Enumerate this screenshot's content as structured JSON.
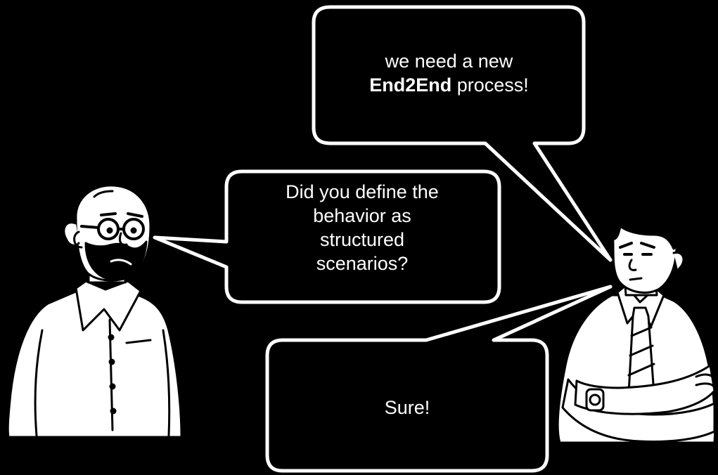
{
  "colors": {
    "background": "#000000",
    "bubble_fill": "#000000",
    "bubble_stroke": "#ffffff",
    "figure_fill": "#ffffff",
    "figure_line": "#000000",
    "text": "#ffffff"
  },
  "bubbles": {
    "manager": {
      "line1": "we need a new",
      "line2_bold": "End2End",
      "line2_rest": " process!"
    },
    "developer": {
      "lines": [
        "Did you define the",
        "behavior as",
        "structured",
        "scenarios?"
      ]
    },
    "reply": {
      "text": "Sure!"
    }
  },
  "figures": {
    "left": {
      "icon": "bald-bearded-man-with-glasses-illustration"
    },
    "right": {
      "icon": "man-in-shirt-and-tie-arms-crossed-illustration"
    }
  }
}
